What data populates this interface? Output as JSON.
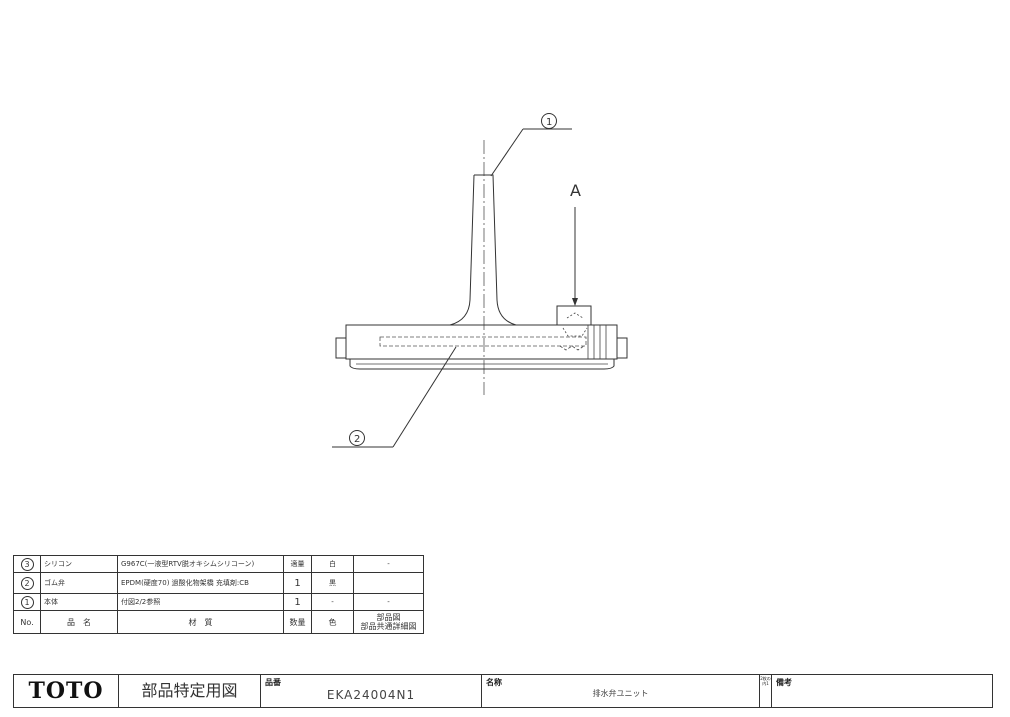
{
  "callouts": {
    "c1": "1",
    "c2": "2",
    "view": "A"
  },
  "parts_list": {
    "rows": [
      {
        "no": "3",
        "name": "シリコン",
        "material": "G967C(一液型RTV脱オキシムシリコーン)",
        "qty": "適量",
        "color": "白",
        "ref": "-"
      },
      {
        "no": "2",
        "name": "ゴム弁",
        "material": "EPDM(硬度70) 過酸化物架橋 充填剤:CB",
        "qty": "1",
        "color": "黒",
        "ref": ""
      },
      {
        "no": "1",
        "name": "本体",
        "material": "付図2/2参照",
        "qty": "1",
        "color": "-",
        "ref": "-"
      }
    ],
    "header": {
      "no": "No.",
      "name": "品　名",
      "material": "材　質",
      "qty": "数量",
      "color": "色",
      "ref_line1": "部品図",
      "ref_line2": "部品共通詳細図"
    }
  },
  "title_block": {
    "logo": "TOTO",
    "doc_type": "部品特定用図",
    "part_no_label": "品番",
    "part_no": "EKA24004N1",
    "name_label": "名称",
    "name": "排水弁ユニット",
    "sheet": "2枚の内1",
    "notes_label": "備考"
  }
}
